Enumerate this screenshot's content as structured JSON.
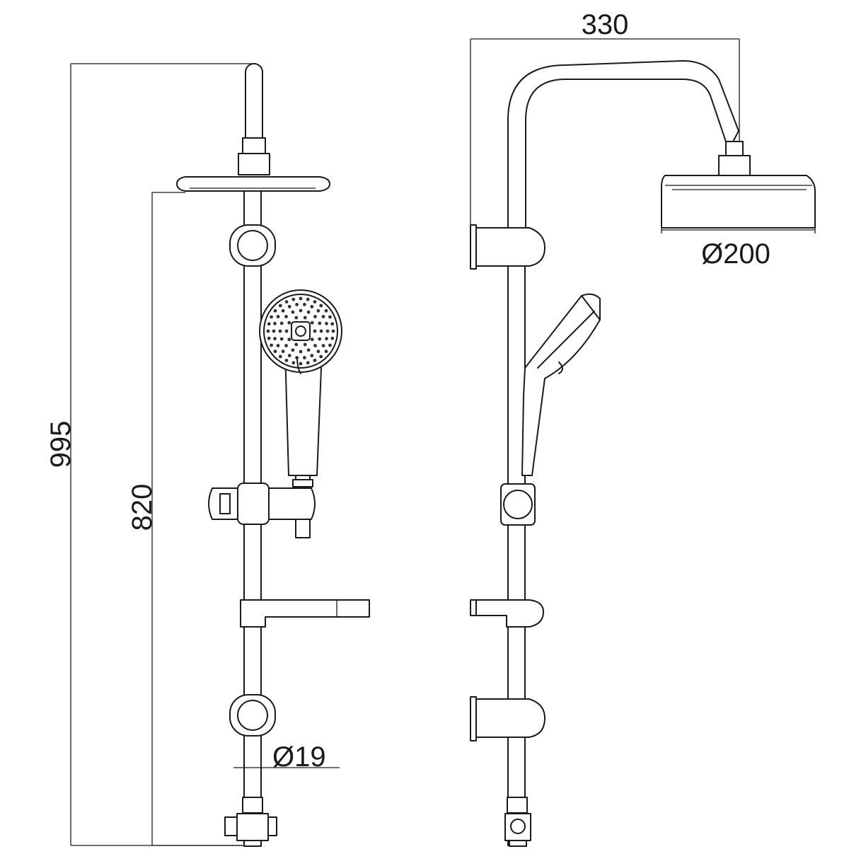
{
  "dimensions": {
    "total_height": "995",
    "slide_height": "820",
    "pipe_diameter": "Ø19",
    "arm_reach": "330",
    "head_diameter": "Ø200"
  },
  "colors": {
    "line": "#1a1a1a",
    "background": "#ffffff"
  }
}
